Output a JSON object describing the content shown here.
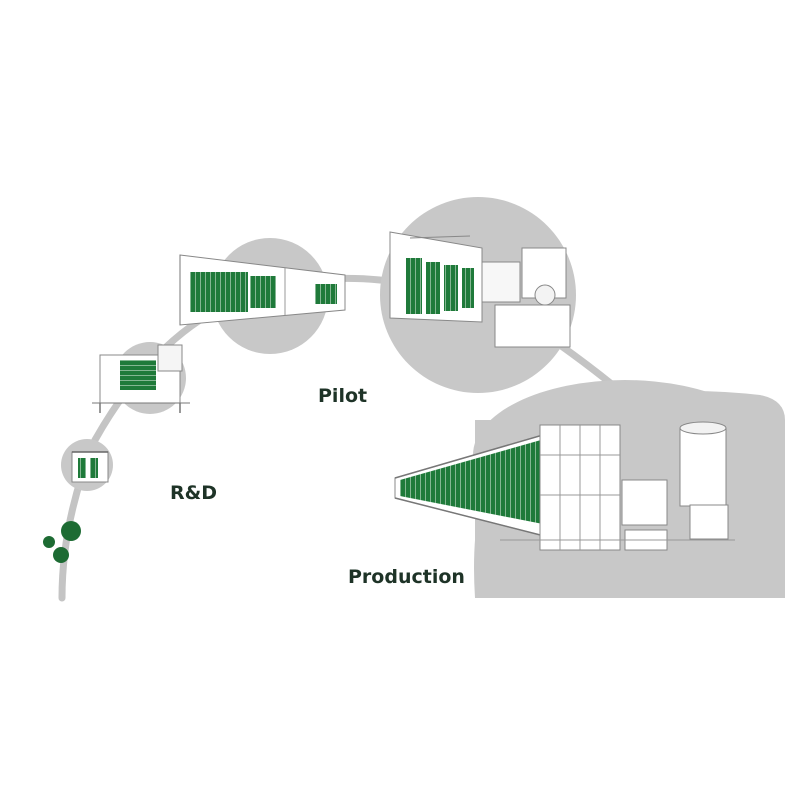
{
  "colors": {
    "background": "#ffffff",
    "path": "#c4c4c4",
    "bubble": "#c8c8c8",
    "equipment_green": "#1f7a3a",
    "dot_green": "#1d6b33",
    "label_dark": "#1e3327"
  },
  "stages": [
    {
      "id": "rnd",
      "label": "R&D"
    },
    {
      "id": "pilot",
      "label": "Pilot"
    },
    {
      "id": "production",
      "label": "Production"
    }
  ]
}
